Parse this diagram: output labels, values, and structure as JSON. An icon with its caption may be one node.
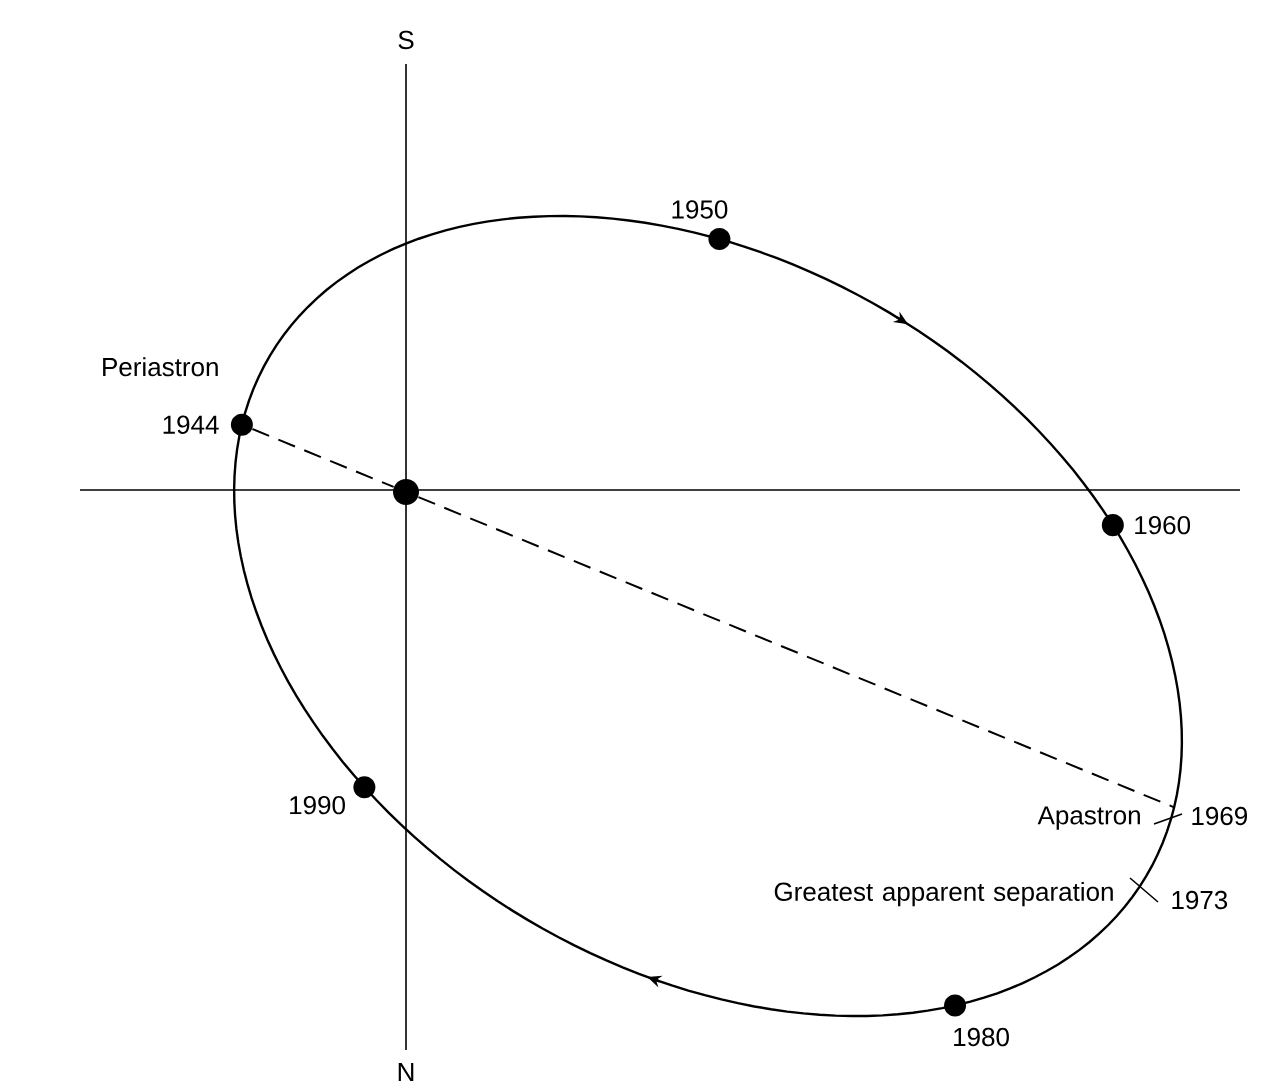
{
  "diagram": {
    "nodes": [
      {
        "text": [],
        "shape": "circle",
        "beside": [
          "1950"
        ]
      },
      {
        "text": [],
        "shape": "circle",
        "beside": [
          "Periastron",
          "1944"
        ]
      },
      {
        "text": [],
        "shape": "circle"
      },
      {
        "text": [],
        "shape": "circle",
        "beside": [
          "1960"
        ]
      },
      {
        "text": [],
        "shape": "circle",
        "beside": [
          "1990"
        ]
      },
      {
        "text": [],
        "shape": "circle",
        "beside": [
          "1980"
        ]
      }
    ],
    "edges": [
      {
        "from": 1,
        "to": 2,
        "arrow": "none",
        "style": "dashed"
      },
      {
        "from": 2,
        "to": null,
        "arrow": "none",
        "style": "dashed"
      }
    ],
    "labels": [
      "S",
      "Apastron",
      "1969",
      "Greatest apparent separation",
      "1973",
      "N"
    ]
  }
}
